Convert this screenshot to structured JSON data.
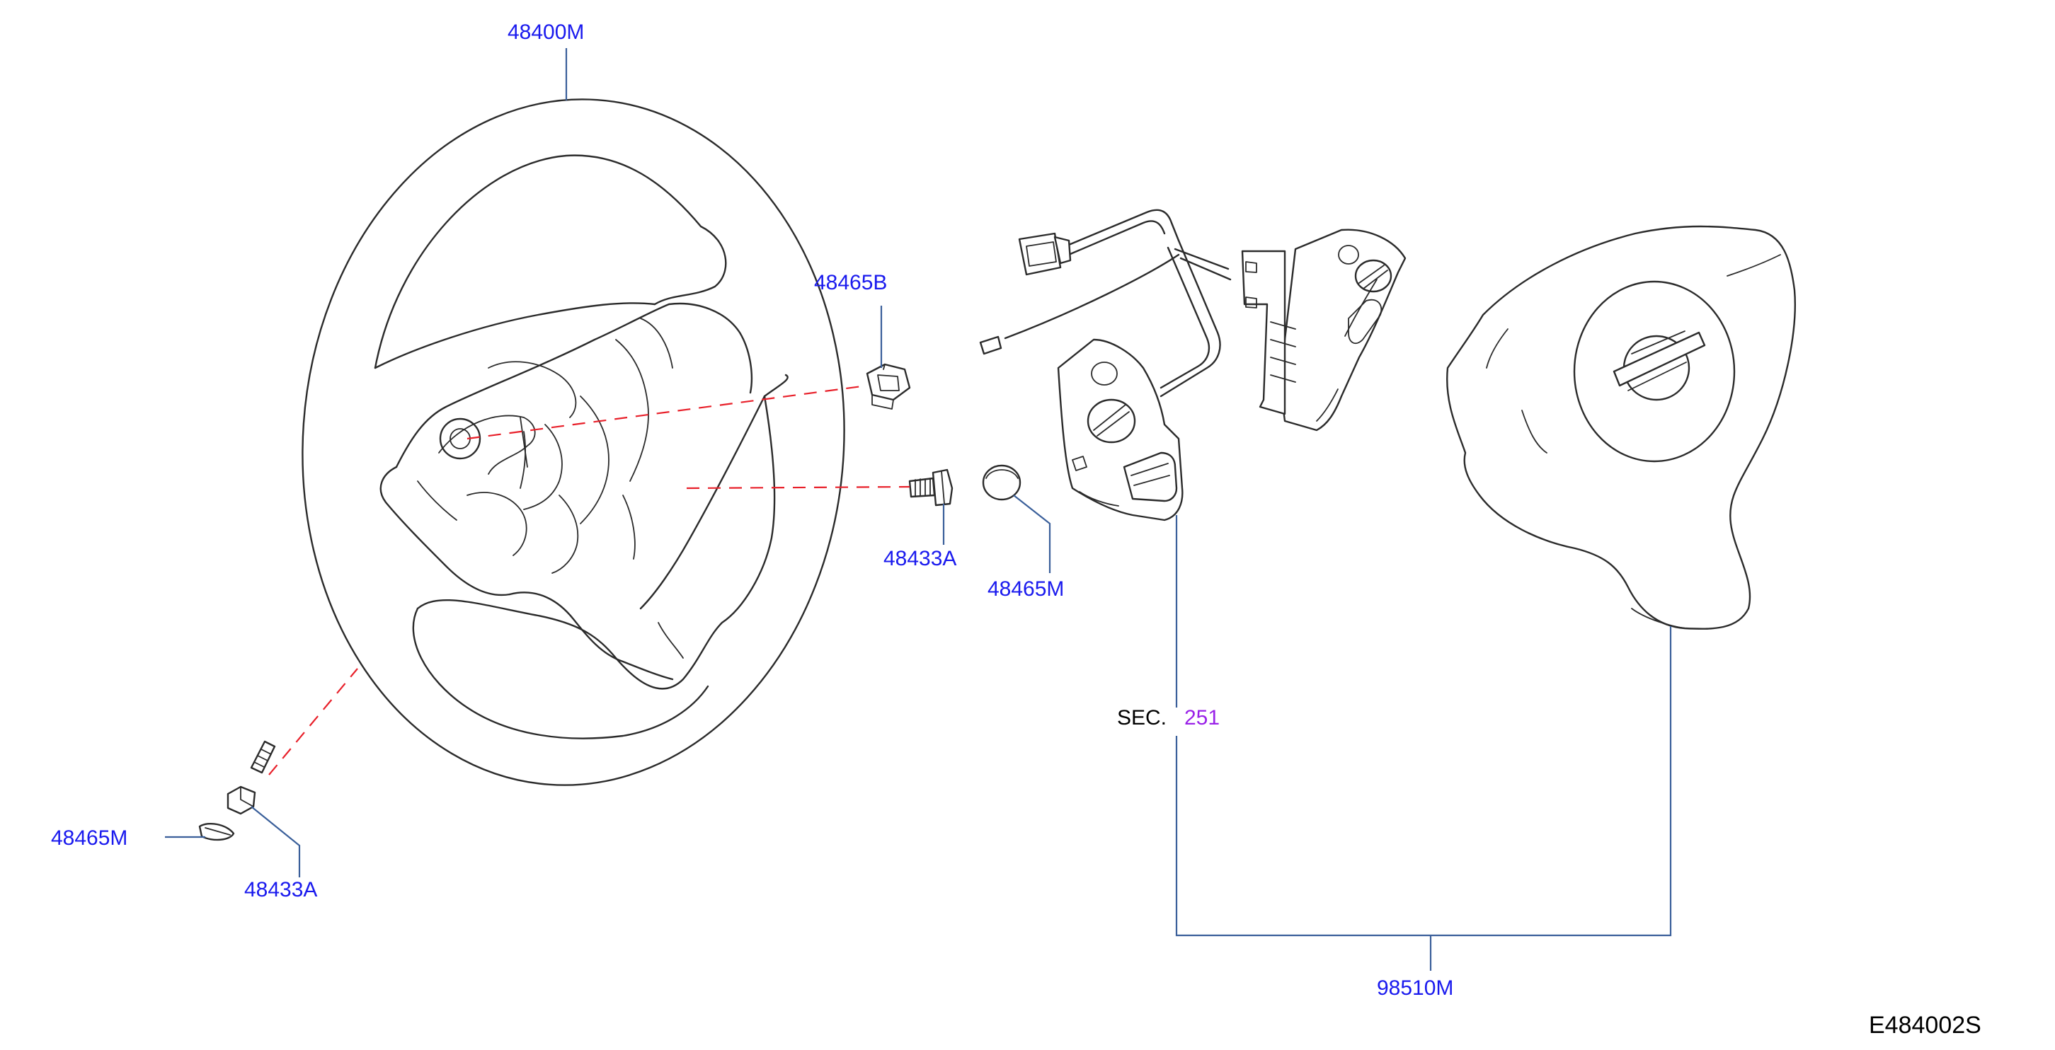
{
  "colors": {
    "part_number": "#1a1aee",
    "section_number": "#9a22e8",
    "section_prefix": "#000000",
    "drawing_code": "#000000",
    "leader_line": "#3a5f9a",
    "center_line": "#e8202a"
  },
  "labels": {
    "steering_wheel": "48400M",
    "nut": "48465B",
    "bolt_center": "48433A",
    "cap_center": "48465M",
    "cap_left": "48465M",
    "bolt_left": "48433A",
    "section_prefix": "SEC.",
    "section_number": "251",
    "airbag_module": "98510M"
  },
  "drawing_code": "E484002S"
}
